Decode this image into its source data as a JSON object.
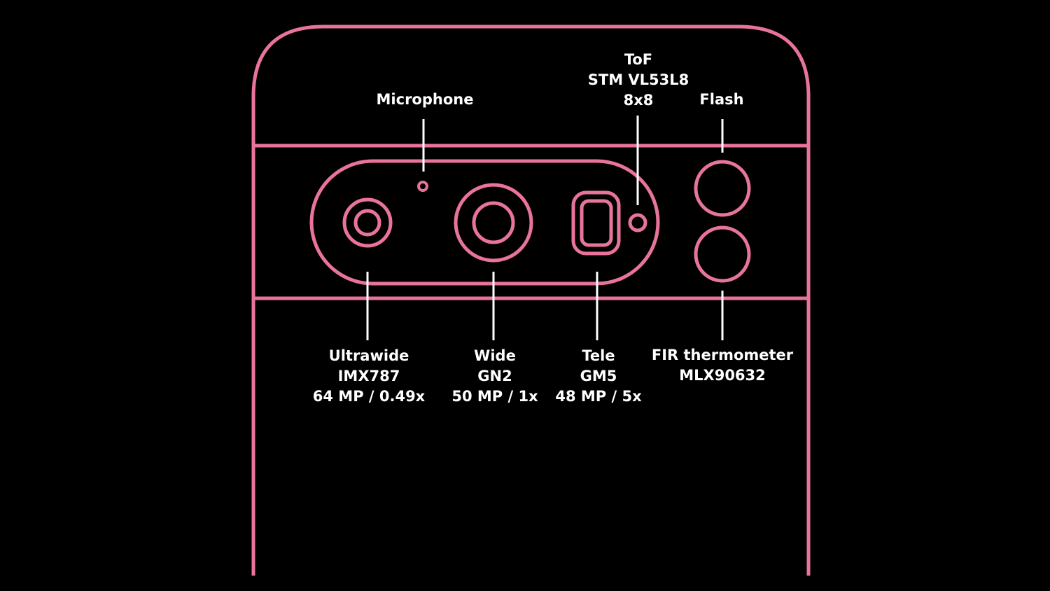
{
  "colors": {
    "outline": "#e8749a",
    "leader": "#ffffff",
    "background": "#000000"
  },
  "labels": {
    "microphone": [
      "Microphone"
    ],
    "tof": [
      "ToF",
      "STM VL53L8",
      "8x8"
    ],
    "flash": [
      "Flash"
    ],
    "ultrawide": [
      "Ultrawide",
      "IMX787",
      "64 MP / 0.49x"
    ],
    "wide": [
      "Wide",
      "GN2",
      "50 MP / 1x"
    ],
    "tele": [
      "Tele",
      "GM5",
      "48 MP / 5x"
    ],
    "fir": [
      "FIR thermometer",
      "MLX90632"
    ]
  }
}
